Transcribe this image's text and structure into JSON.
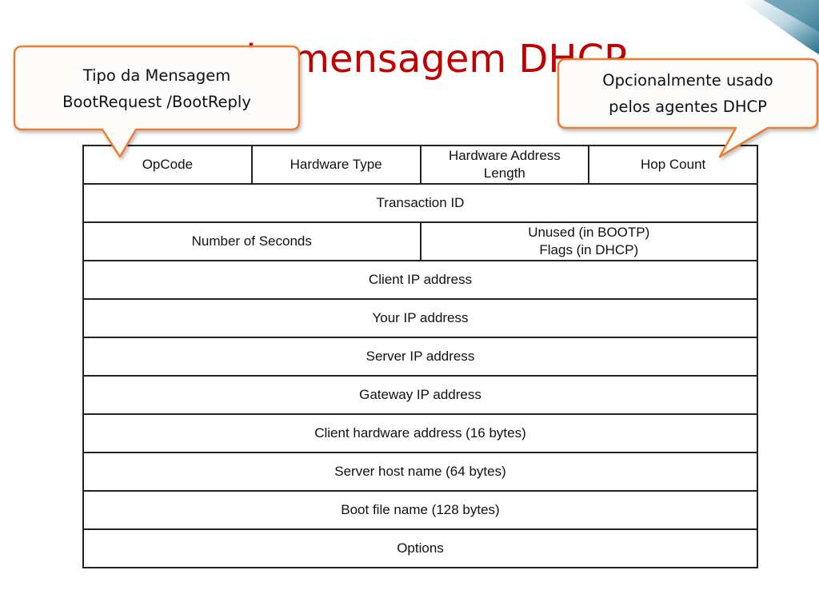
{
  "title": "de mensagem DHCP",
  "callouts": {
    "left": {
      "line1": "Tipo da Mensagem",
      "line2": "BootRequest /BootReply"
    },
    "right": {
      "line1": "Opcionalmente usado",
      "line2": "pelos agentes DHCP"
    }
  },
  "packet": {
    "row1": {
      "opcode": "OpCode",
      "hardware_type": "Hardware Type",
      "hardware_address_length": "Hardware Address\nLength",
      "hop_count": "Hop Count"
    },
    "transaction_id": "Transaction ID",
    "row3": {
      "number_of_seconds": "Number of Seconds",
      "flags": "Unused (in BOOTP)\nFlags (in DHCP)"
    },
    "client_ip": "Client IP address",
    "your_ip": "Your IP address",
    "server_ip": "Server IP address",
    "gateway_ip": "Gateway IP address",
    "client_hw": "Client hardware address (16 bytes)",
    "server_host": "Server host name (64 bytes)",
    "boot_file": "Boot file name (128 bytes)",
    "options": "Options"
  },
  "colors": {
    "title": "#c00000",
    "callout_border": "#ed7d31",
    "callout_fill": "#fdfcfa",
    "corner_accent": "#1f6f8b"
  }
}
